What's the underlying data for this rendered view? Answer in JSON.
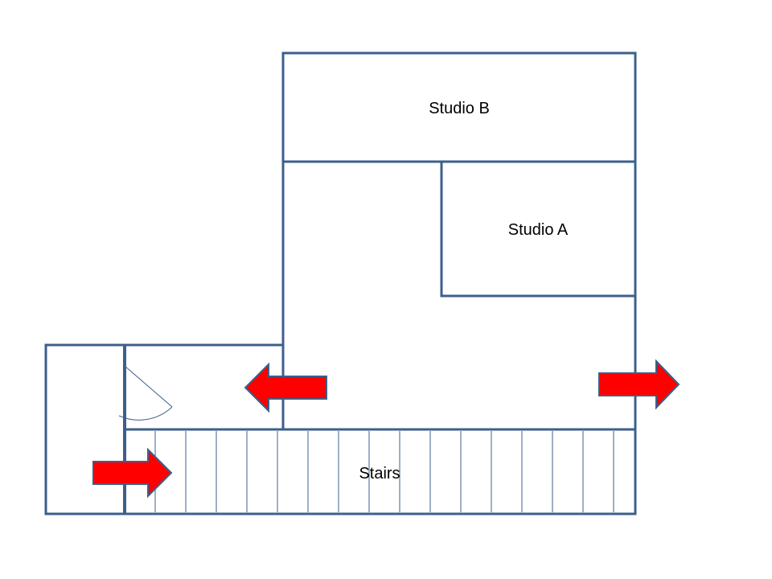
{
  "colors": {
    "wall": "#3c5f8c",
    "arrow_fill": "#ff0000",
    "arrow_stroke": "#3c5f8c",
    "background": "#ffffff",
    "label_text": "#000000"
  },
  "rooms": {
    "studio_b": {
      "label": "Studio B"
    },
    "studio_a": {
      "label": "Studio A"
    },
    "stairs": {
      "label": "Stairs",
      "tread_count": 17
    }
  },
  "arrows": [
    {
      "id": "entry-arrow",
      "direction": "right"
    },
    {
      "id": "left-arrow",
      "direction": "left"
    },
    {
      "id": "exit-arrow",
      "direction": "right"
    }
  ]
}
